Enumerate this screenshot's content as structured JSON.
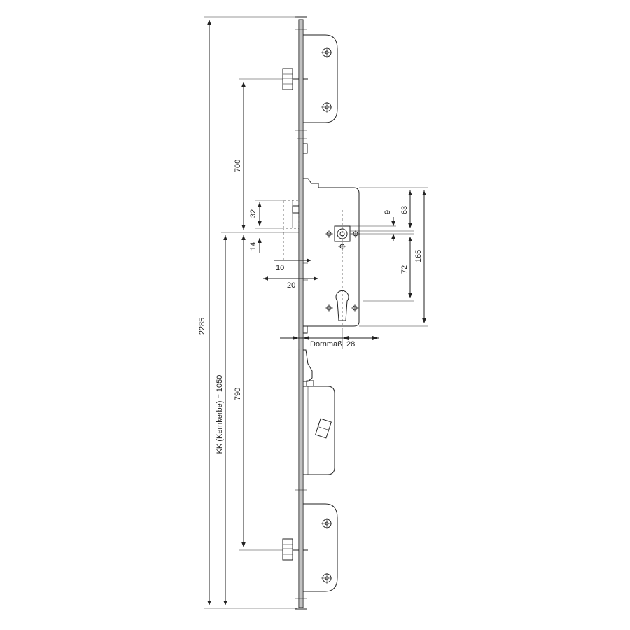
{
  "drawing": {
    "dimensions": {
      "total_height": "2285",
      "kk_label": "KK (Kernkerbe) = 1050",
      "upper_distance": "700",
      "lower_distance": "790",
      "latch_height": "32",
      "latch_offset": "14",
      "bolt_10": "10",
      "bolt_20": "20",
      "d9": "9",
      "d63": "63",
      "d72": "72",
      "d165": "165",
      "backset_label": "Dornmaß",
      "backset_value": "28"
    }
  }
}
